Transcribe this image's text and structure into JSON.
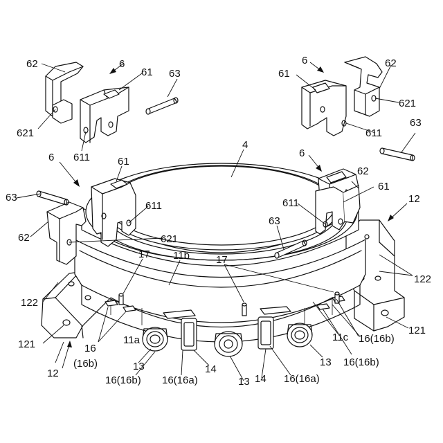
{
  "labels": {
    "l_6_tl": "6",
    "l_62_tl": "62",
    "l_61_tl": "61",
    "l_63_tl": "63",
    "l_621_tl": "621",
    "l_611_tl": "611",
    "l_6_tr": "6",
    "l_62_tr": "62",
    "l_61_tr": "61",
    "l_621_tr": "621",
    "l_611_tr": "611",
    "l_63_tr": "63",
    "l_4": "4",
    "l_6_ml": "6",
    "l_61_ml": "61",
    "l_63_ml": "63",
    "l_611_ml": "611",
    "l_62_ml": "62",
    "l_621_ml": "621",
    "l_6_mr": "6",
    "l_62_mr": "62",
    "l_61_mr": "61",
    "l_611_mr": "611",
    "l_63_mr": "63",
    "l_12_r": "12",
    "l_17_l": "17",
    "l_11b": "11b",
    "l_17_c": "17",
    "l_122_l": "122",
    "l_122_r": "122",
    "l_121_l": "121",
    "l_121_r": "121",
    "l_16_l": "16",
    "l_16b_l": "(16b)",
    "l_11a": "11a",
    "l_12_l": "12",
    "l_13_l": "13",
    "l_16_16b_b": "16(16b)",
    "l_16_16a_l": "16(16a)",
    "l_14_l": "14",
    "l_13_c": "13",
    "l_14_r": "14",
    "l_16_16a_r": "16(16a)",
    "l_13_r": "13",
    "l_11c": "11c",
    "l_16_16b_r1": "16(16b)",
    "l_16_16b_r2": "16(16b)"
  }
}
